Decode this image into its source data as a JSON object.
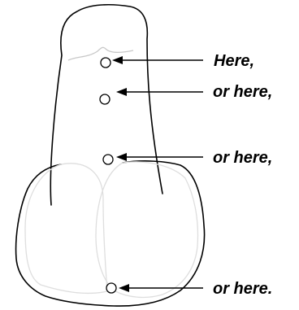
{
  "diagram": {
    "callouts": [
      {
        "label": "Here,"
      },
      {
        "label": "or here,"
      },
      {
        "label": "or here,"
      },
      {
        "label": "or here."
      }
    ]
  },
  "colors": {
    "outline": "#000000",
    "inner_line": "#c8c8c8",
    "background": "#ffffff"
  }
}
